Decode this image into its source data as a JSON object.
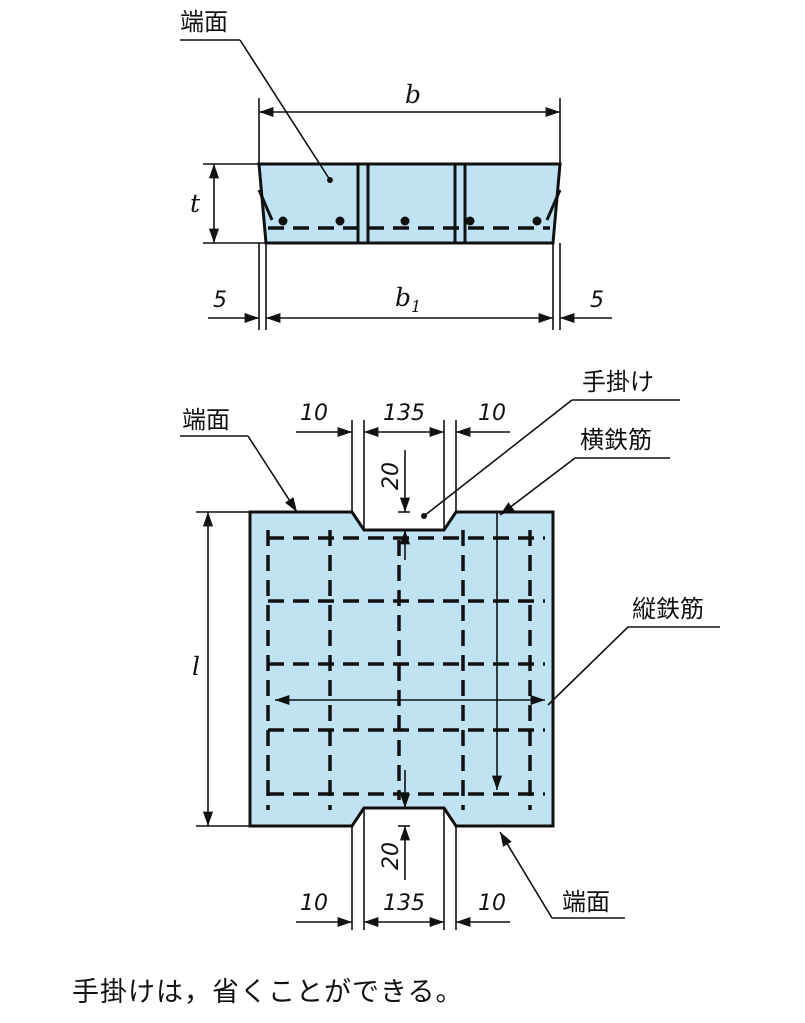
{
  "section_view": {
    "end_face_label": "端面",
    "width_label": "b",
    "thickness_label": "t",
    "inner_width_label": "b",
    "inner_width_subscript": "1",
    "left_offset": "5",
    "right_offset": "5"
  },
  "plan_view": {
    "end_face_top_label": "端面",
    "end_face_bottom_label": "端面",
    "handle_label": "手掛け",
    "transverse_rebar_label": "横鉄筋",
    "longitudinal_rebar_label": "縦鉄筋",
    "length_label": "l",
    "top_dims": [
      "10",
      "135",
      "10"
    ],
    "bottom_dims": [
      "10",
      "135",
      "10"
    ],
    "notch_depth_top": "20",
    "notch_depth_bottom": "20"
  },
  "note": "手掛けは，省くことができる。",
  "colors": {
    "concrete_fill": "#bfe3f3",
    "line": "#111111"
  }
}
